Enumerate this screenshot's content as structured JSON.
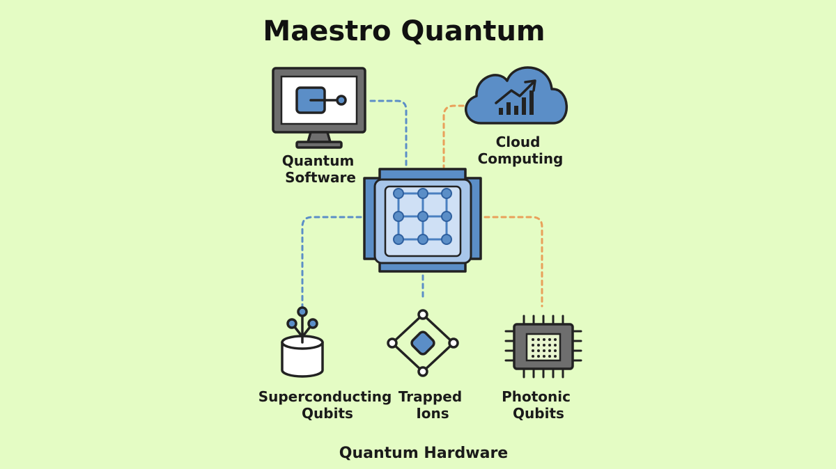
{
  "title": "Maestro Quantum",
  "nodes": {
    "quantum_software": {
      "line1": "Quantum",
      "line2": "Software",
      "icon": "monitor-icon"
    },
    "cloud_computing": {
      "line1": "Cloud",
      "line2": "Computing",
      "icon": "cloud-chart-icon"
    },
    "core": {
      "icon": "qubit-grid-chip-icon"
    },
    "superconducting_qubits": {
      "line1": "Superconducting",
      "line2": "Qubits",
      "icon": "cylinder-antenna-icon"
    },
    "trapped_ions": {
      "line1": "Trapped",
      "line2": "Ions",
      "icon": "diamond-ion-icon"
    },
    "photonic_qubits": {
      "line1": "Photonic",
      "line2": "Qubits",
      "icon": "microchip-icon"
    }
  },
  "footer": "Quantum Hardware",
  "colors": {
    "background": "#e4fcc4",
    "accent_blue": "#5b8ec7",
    "accent_orange": "#e9a05a",
    "ink": "#222222"
  }
}
